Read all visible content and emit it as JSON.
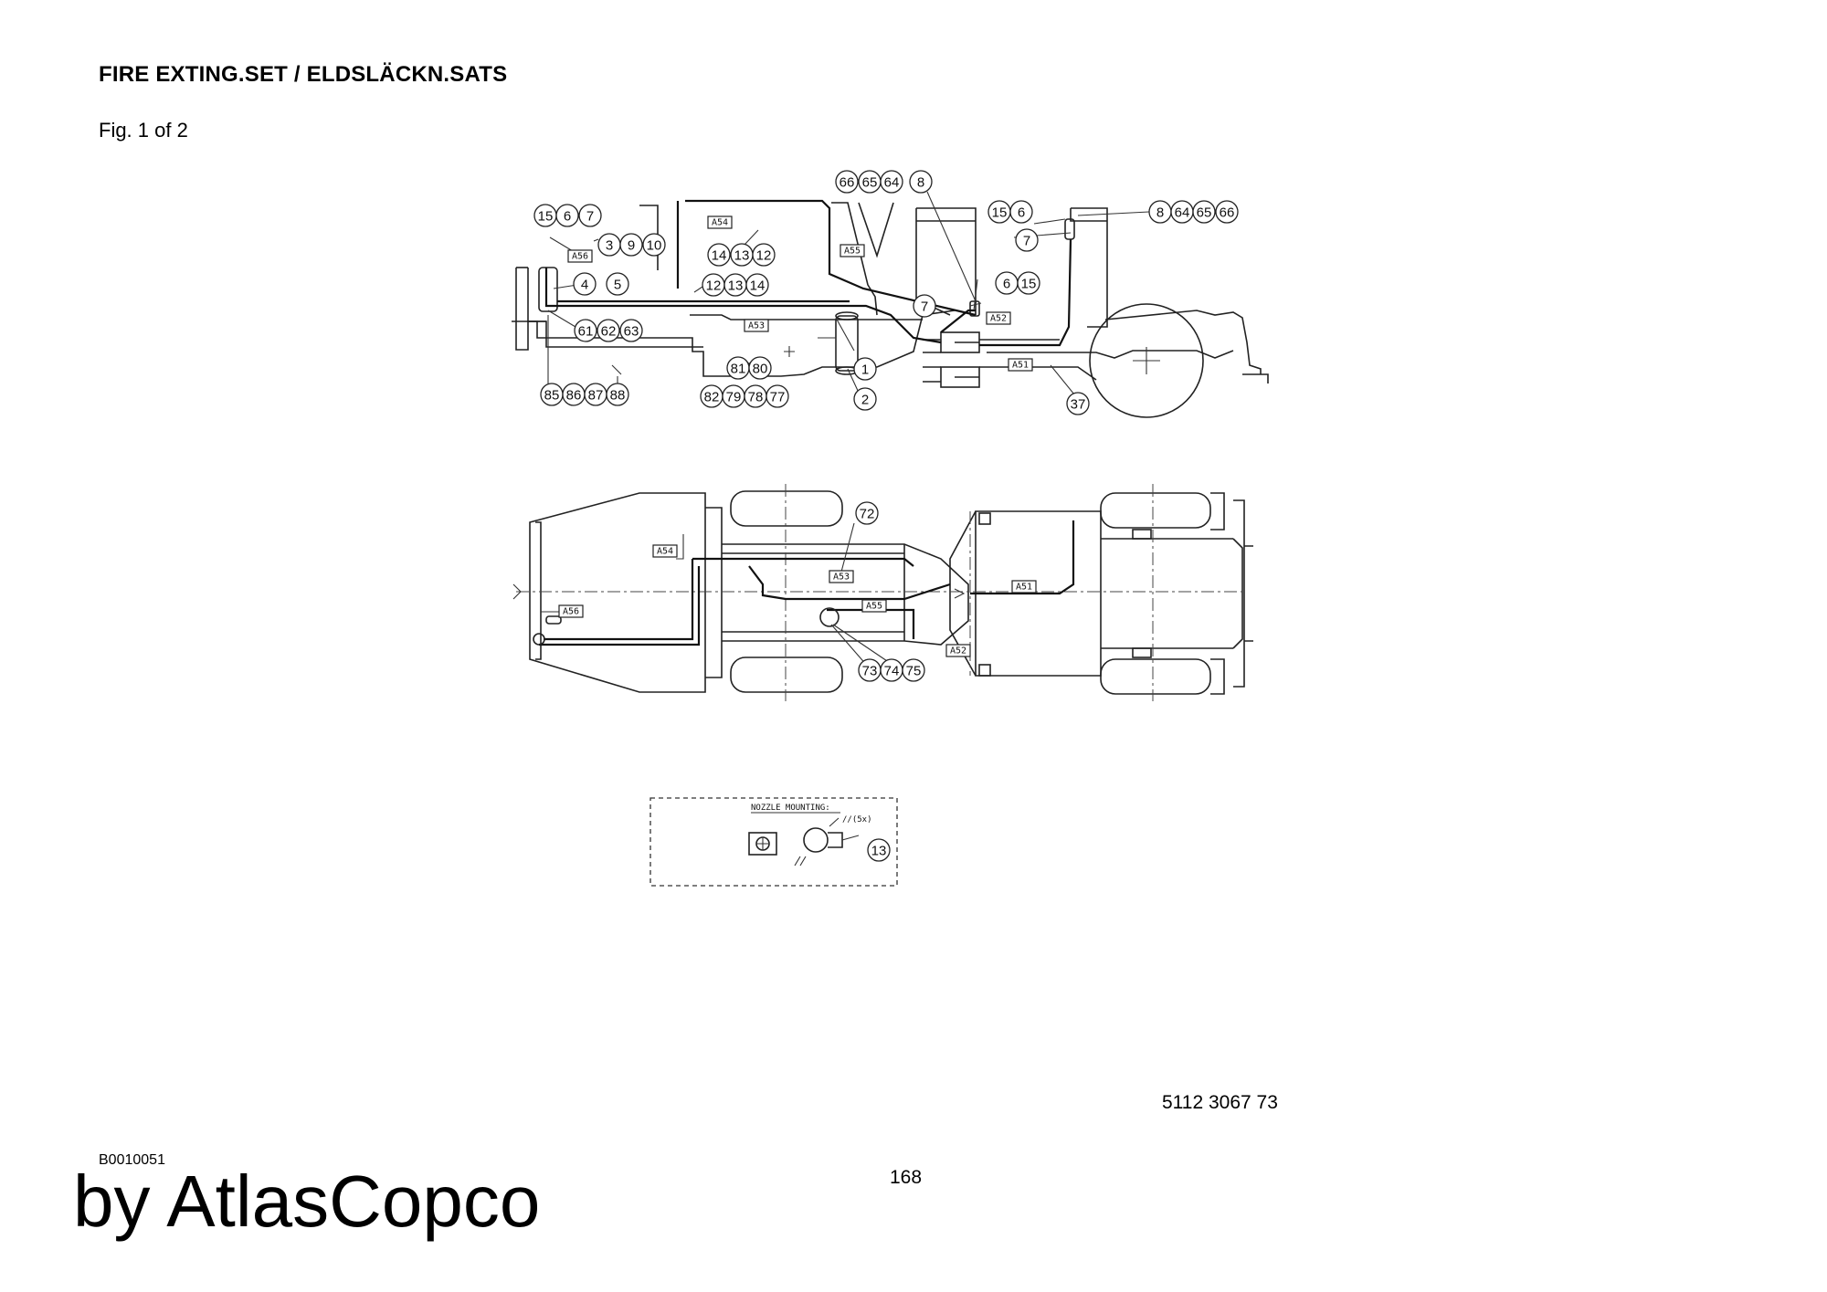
{
  "header": {
    "title": "FIRE EXTING.SET / ELDSLÄCKN.SATS",
    "figure": "Fig. 1 of 2"
  },
  "footer": {
    "part_number": "5112 3067 73",
    "doc_id": "B0010051",
    "page_number": "168",
    "brand": "by AtlasCopco"
  },
  "side_view": {
    "balloons": [
      "15",
      "6",
      "7",
      "3",
      "9",
      "10",
      "4",
      "5",
      "61",
      "62",
      "63",
      "85",
      "86",
      "87",
      "88",
      "14",
      "13",
      "12",
      "12",
      "13",
      "14",
      "81",
      "80",
      "82",
      "79",
      "78",
      "77",
      "1",
      "2",
      "66",
      "65",
      "64",
      "8",
      "15",
      "6",
      "7",
      "8",
      "64",
      "65",
      "66",
      "6",
      "15",
      "7",
      "37"
    ],
    "tags": [
      "A54",
      "A56",
      "A55",
      "A53",
      "A52",
      "A51"
    ]
  },
  "top_view": {
    "balloons": [
      "72",
      "73",
      "74",
      "75"
    ],
    "tags": [
      "A54",
      "A56",
      "A53",
      "A55",
      "A51",
      "A52"
    ]
  },
  "detail": {
    "label": "NOZZLE MOUNTING:",
    "note": "//(5x)",
    "balloons": [
      "13"
    ]
  }
}
